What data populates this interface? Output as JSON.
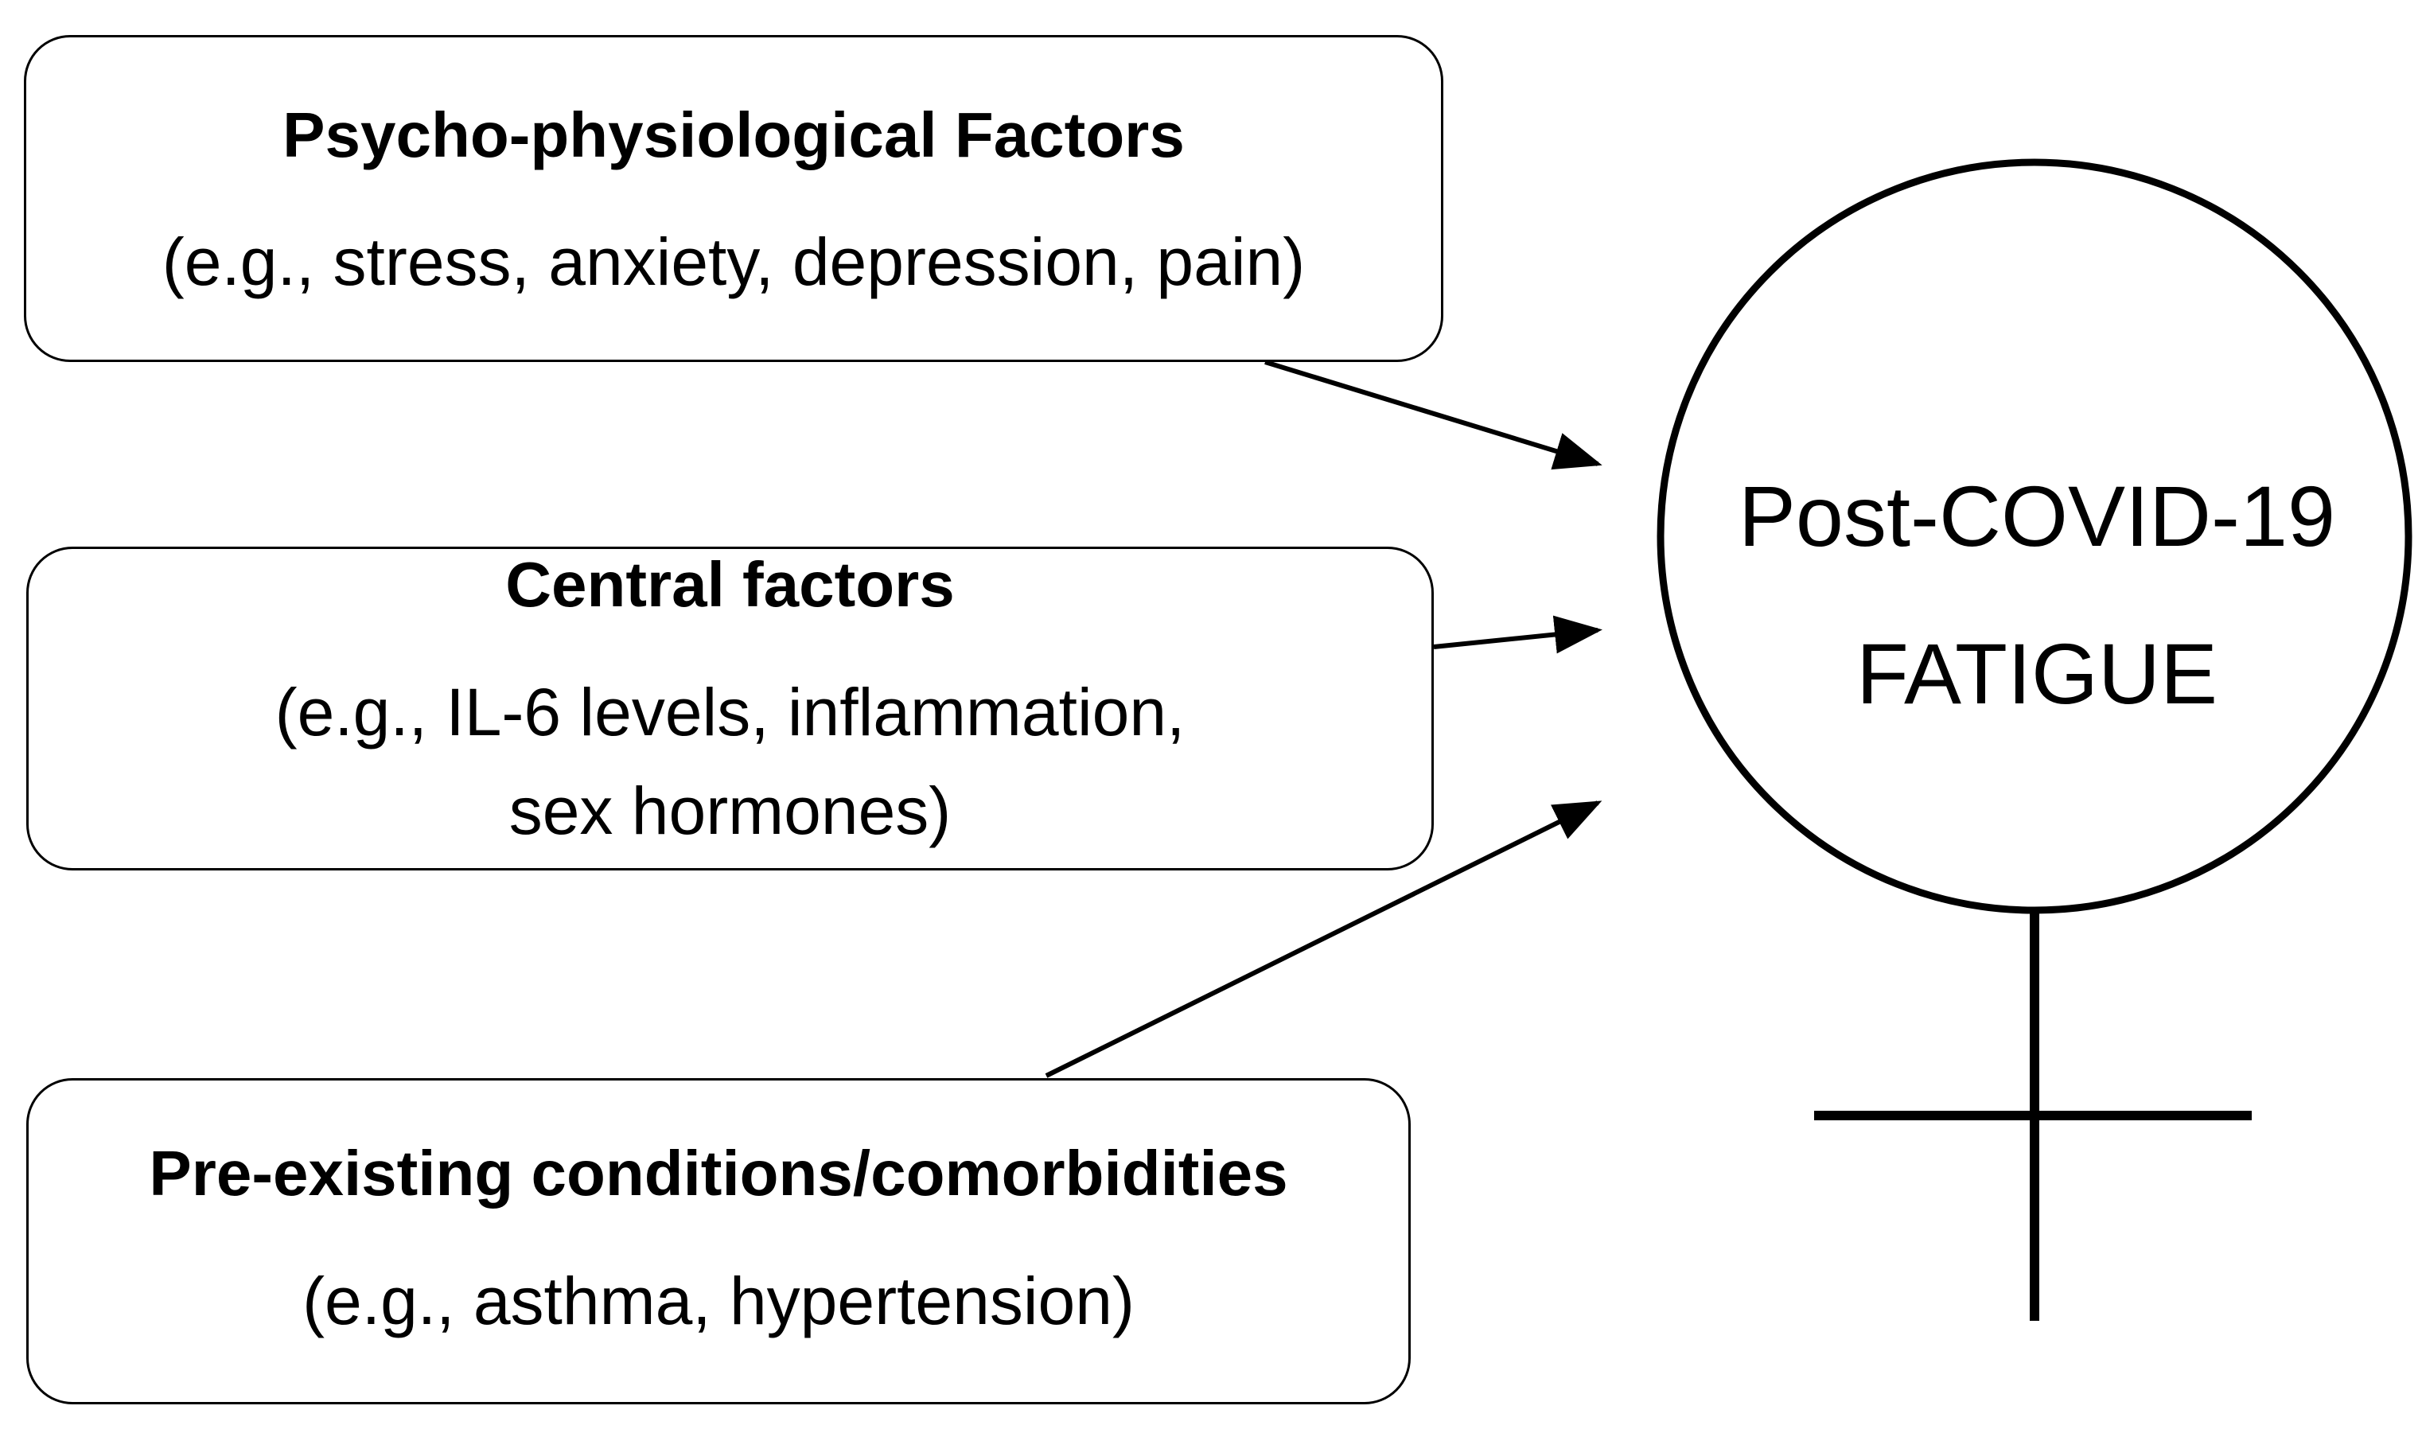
{
  "factors": [
    {
      "title": "Psycho-physiological Factors",
      "example_lines": [
        "(e.g., stress, anxiety, depression, pain)"
      ]
    },
    {
      "title": "Central factors",
      "example_lines": [
        "(e.g., IL-6 levels, inflammation,",
        "sex hormones)"
      ]
    },
    {
      "title": "Pre-existing conditions/comorbidities",
      "example_lines": [
        "(e.g., asthma, hypertension)"
      ]
    }
  ],
  "outcome": {
    "label_lines": [
      "Post-COVID-19",
      "FATIGUE"
    ],
    "symbol": "female-symbol"
  },
  "colors": {
    "stroke": "#000000",
    "background": "#ffffff"
  }
}
